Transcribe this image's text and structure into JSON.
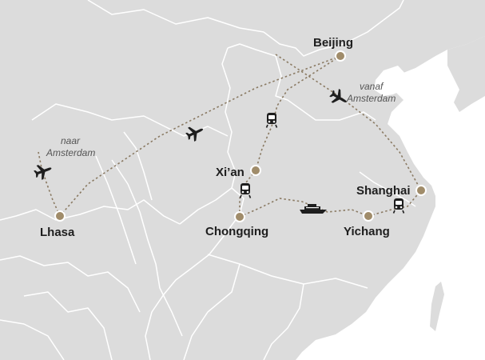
{
  "colors": {
    "land": "#dcdcdc",
    "sea": "#ffffff",
    "border": "#ffffff",
    "route": "#8a7a63",
    "city_dot": "#a08c6a",
    "icon": "#1e1e1e"
  },
  "cities": [
    {
      "id": "beijing",
      "label": "Beijing"
    },
    {
      "id": "xian",
      "label": "Xi’an"
    },
    {
      "id": "chongqing",
      "label": "Chongqing"
    },
    {
      "id": "yichang",
      "label": "Yichang"
    },
    {
      "id": "shanghai",
      "label": "Shanghai"
    },
    {
      "id": "lhasa",
      "label": "Lhasa"
    }
  ],
  "notes": {
    "beijing": [
      "vanaf",
      "Amsterdam"
    ],
    "lhasa": [
      "naar",
      "Amsterdam"
    ]
  },
  "legs": [
    {
      "from": "amsterdam",
      "to": "beijing",
      "mode": "plane",
      "icon": "plane-icon"
    },
    {
      "from": "beijing",
      "to": "xian",
      "mode": "train",
      "icon": "train-icon"
    },
    {
      "from": "xian",
      "to": "chongqing",
      "mode": "train",
      "icon": "train-icon"
    },
    {
      "from": "chongqing",
      "to": "yichang",
      "mode": "boat",
      "icon": "boat-icon"
    },
    {
      "from": "yichang",
      "to": "shanghai",
      "mode": "train",
      "icon": "train-icon"
    },
    {
      "from": "shanghai",
      "to": "beijing",
      "mode": "route",
      "icon": ""
    },
    {
      "from": "beijing",
      "to": "lhasa",
      "mode": "plane",
      "icon": "plane-icon"
    },
    {
      "from": "lhasa",
      "to": "amsterdam",
      "mode": "plane",
      "icon": "plane-icon"
    }
  ]
}
